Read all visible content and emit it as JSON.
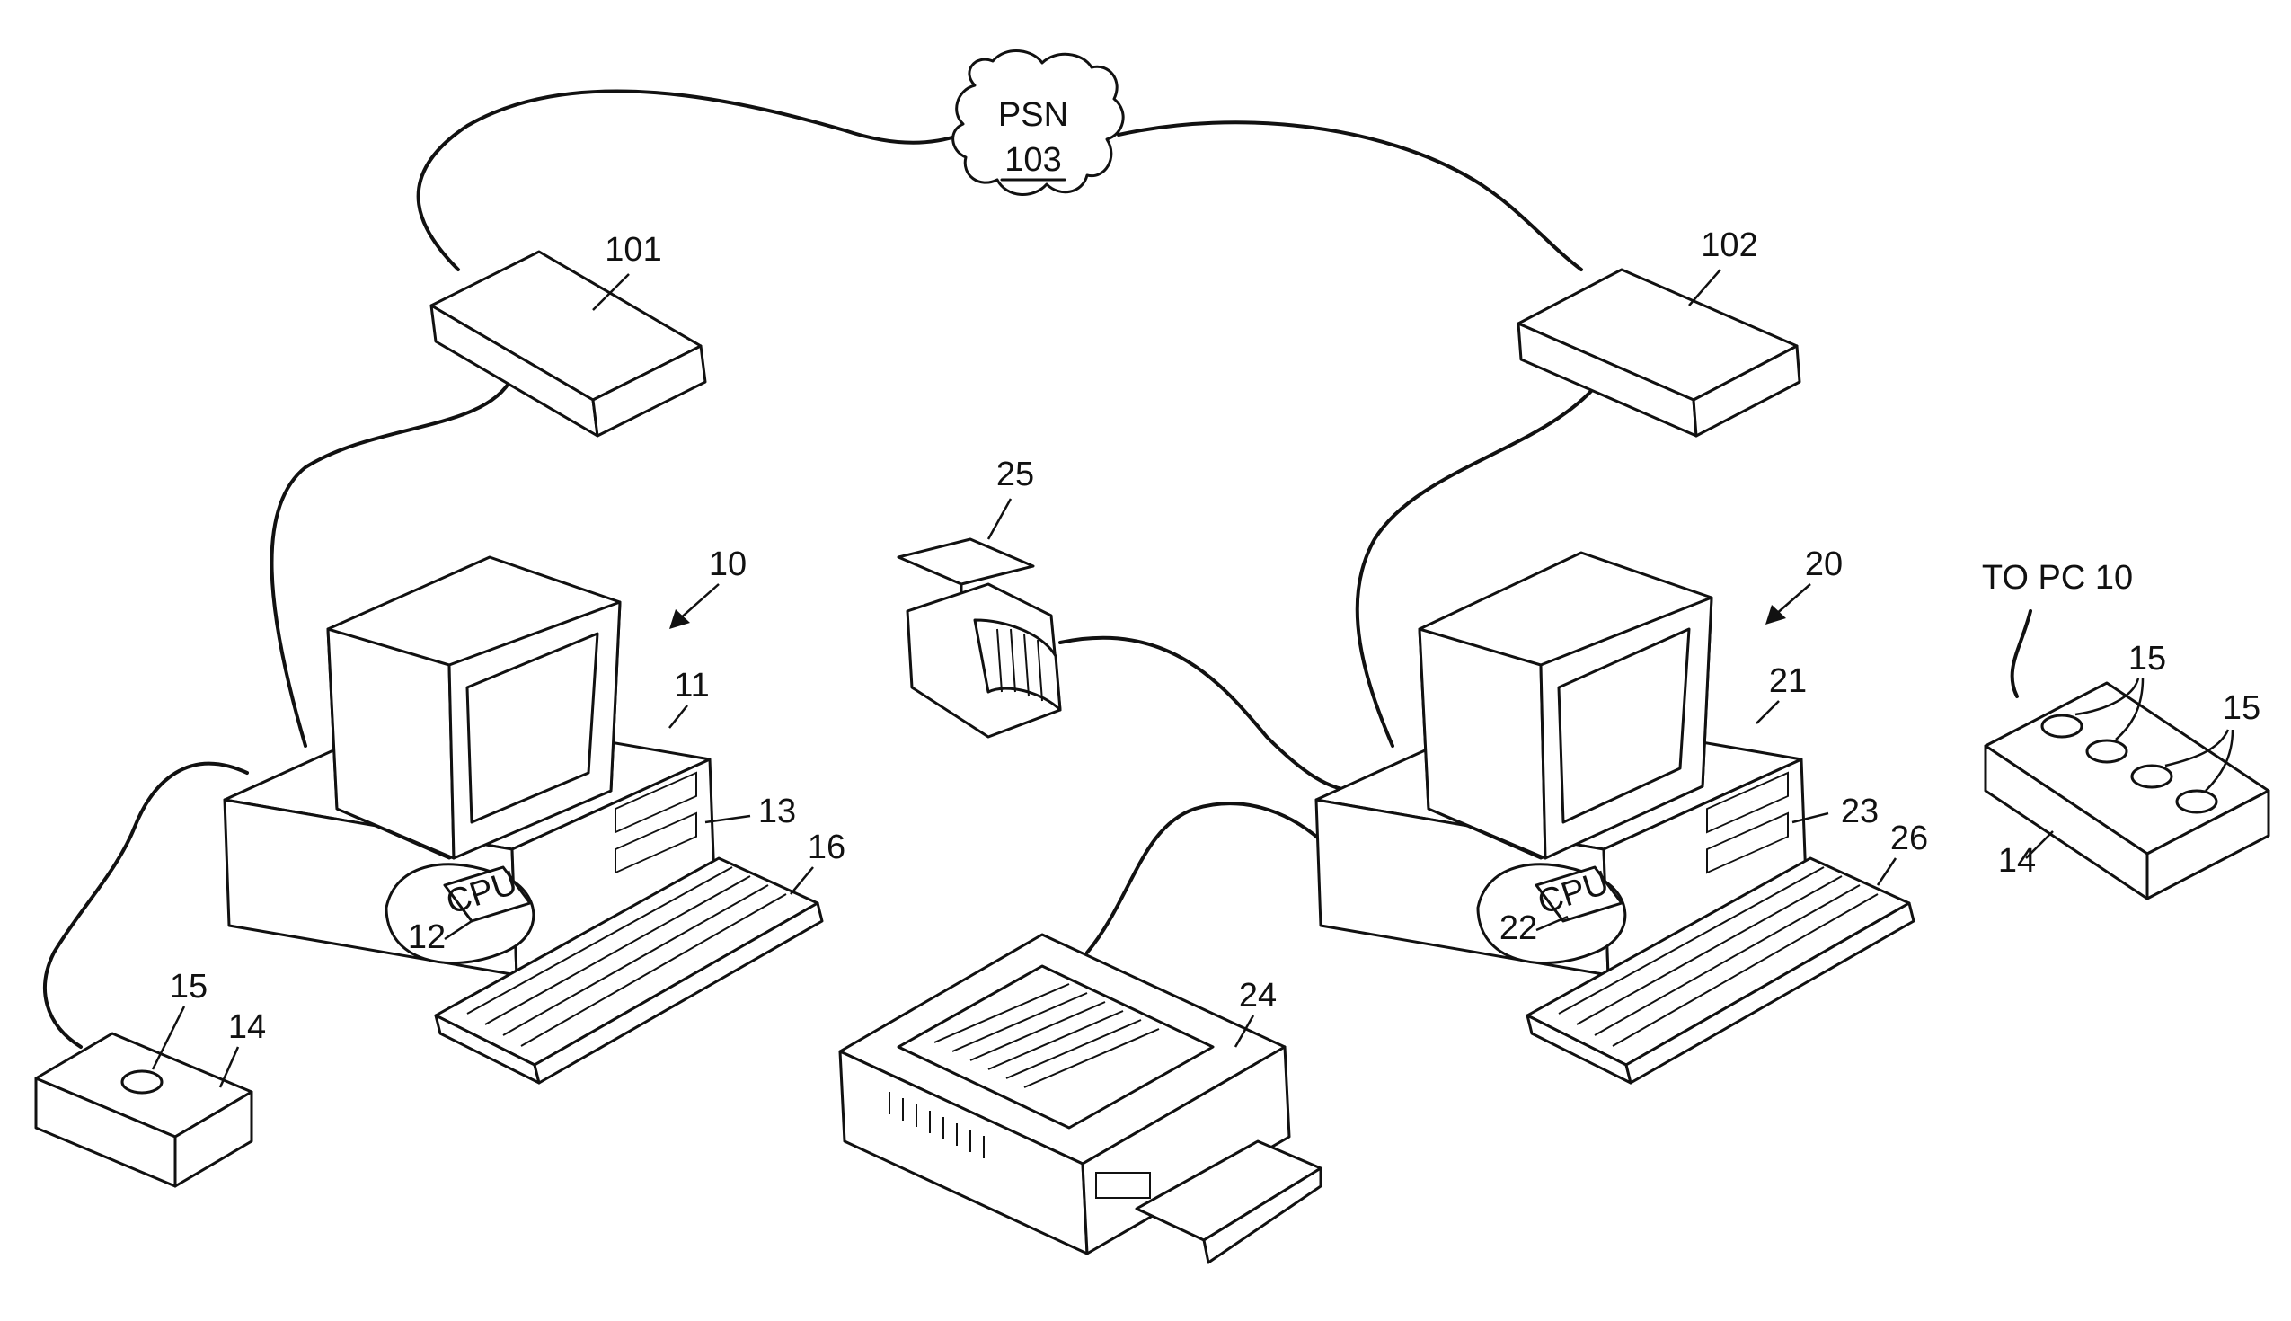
{
  "diagram": {
    "network": {
      "name": "PSN",
      "ref": "103"
    },
    "labels": {
      "modem_left": "101",
      "modem_right": "102",
      "pc_left": "10",
      "pc_right": "20",
      "monitor_left": "11",
      "monitor_right": "21",
      "cpu_left": "12",
      "cpu_right": "22",
      "drive_left": "13",
      "drive_right": "23",
      "keyboard_left": "16",
      "keyboard_right": "26",
      "printer": "24",
      "scale": "25",
      "button_box_left": "14",
      "button_left": "15",
      "button_box_right": "14",
      "buttons_right_a": "15",
      "buttons_right_b": "15",
      "to_pc": "TO PC 10",
      "cpu_text_left": "CPU",
      "cpu_text_right": "CPU"
    }
  }
}
